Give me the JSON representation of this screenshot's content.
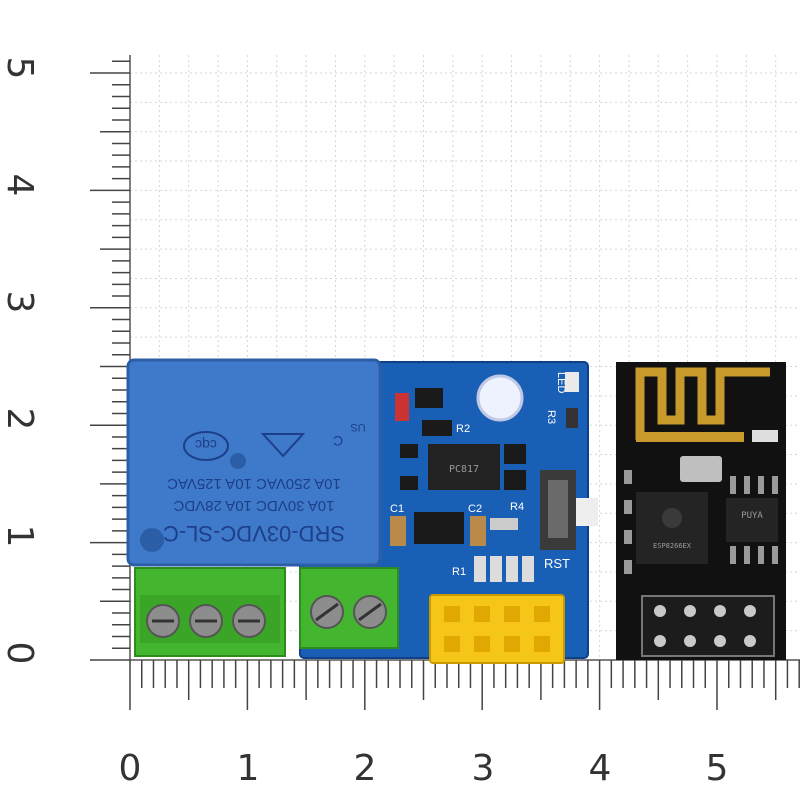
{
  "ruler": {
    "x_labels": [
      "0",
      "1",
      "2",
      "3",
      "4",
      "5"
    ],
    "y_labels": [
      "5",
      "4",
      "3",
      "2",
      "1",
      "0"
    ]
  },
  "relay": {
    "model": "SRD-03VDC-SL-C",
    "rating_1": "10A 30VDC 10A 28VDC",
    "rating_2": "10A 250VAC 10A 125VAC",
    "cert_1": "C",
    "cert_2": "US",
    "cert_3": "cqc"
  },
  "board": {
    "led_label": "LED",
    "r3_label": "R3",
    "r2_label": "R2",
    "c1_label": "C1",
    "c2_label": "C2",
    "r1_label": "R1",
    "r4_label": "R4",
    "rst_label": "RST",
    "optocoupler_text": "PC817"
  },
  "esp_module": {
    "chip_text": "ESP8266EX",
    "flash_text": "PUYA"
  },
  "colors": {
    "relay_blue": "#3f79c9",
    "pcb_blue": "#1a5fb6",
    "terminal_green": "#44b52e",
    "header_yellow": "#f5c518",
    "esp_black": "#111111",
    "antenna_gold": "#c89a2c",
    "grid": "#d6d6d6"
  }
}
